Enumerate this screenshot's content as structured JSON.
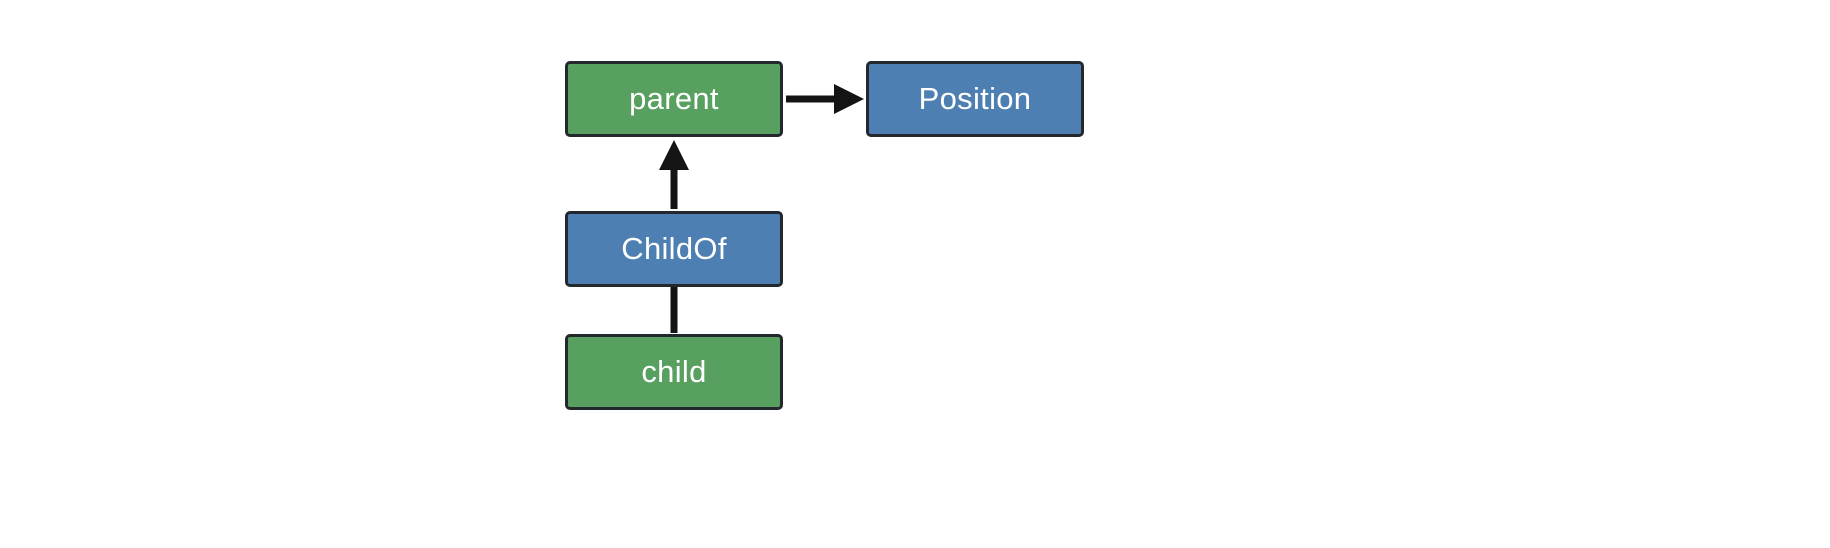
{
  "diagram": {
    "background": "#ffffff",
    "node_border_color": "#23282f",
    "arrow_color": "#141414",
    "label_color": "#ffffff",
    "entity_fill": "#57a05f",
    "component_fill": "#4e7fb2",
    "nodes": [
      {
        "id": "parent",
        "label": "parent",
        "kind": "entity",
        "fill": "#57a05f"
      },
      {
        "id": "Position",
        "label": "Position",
        "kind": "component",
        "fill": "#4e7fb2"
      },
      {
        "id": "ChildOf",
        "label": "ChildOf",
        "kind": "relationship",
        "fill": "#4e7fb2"
      },
      {
        "id": "child",
        "label": "child",
        "kind": "entity",
        "fill": "#57a05f"
      }
    ],
    "edges": [
      {
        "from": "parent",
        "to": "Position",
        "directed": true
      },
      {
        "from": "ChildOf",
        "to": "parent",
        "directed": true
      },
      {
        "from": "child",
        "to": "ChildOf",
        "directed": false
      }
    ]
  }
}
